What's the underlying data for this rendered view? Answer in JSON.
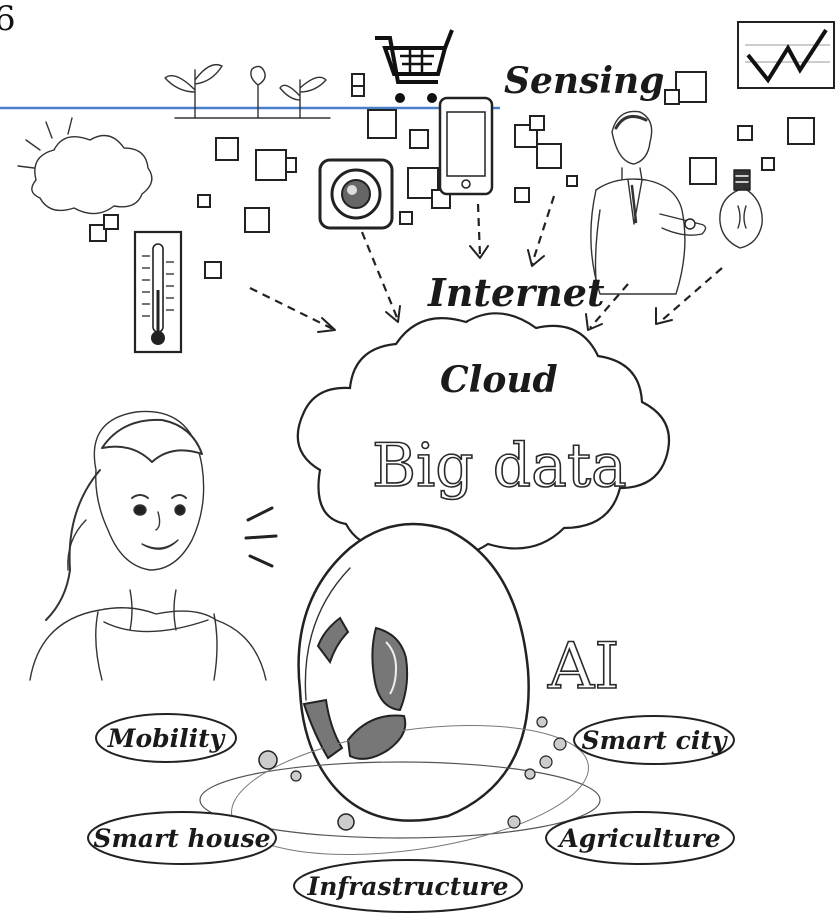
{
  "corner_mark": "6",
  "labels": {
    "sensing": "Sensing",
    "internet": "Internet",
    "cloud": "Cloud",
    "big_data": "Big data",
    "ai": "AI"
  },
  "applications": [
    {
      "id": "mobility",
      "label": "Mobility"
    },
    {
      "id": "smart-city",
      "label": "Smart city"
    },
    {
      "id": "smart-house",
      "label": "Smart house"
    },
    {
      "id": "agriculture",
      "label": "Agriculture"
    },
    {
      "id": "infrastructure",
      "label": "Infrastructure"
    }
  ],
  "colors": {
    "ink": "#222222",
    "top_rule": "#4a7fc9",
    "background": "#ffffff"
  },
  "icons": [
    "plants-icon",
    "shopping-cart-icon",
    "line-chart-icon",
    "sun-cloud-icon",
    "smartphone-icon",
    "camera-lens-icon",
    "thermometer-icon",
    "businessman-watch-icon",
    "lightbulb-icon",
    "woman-speaking-icon",
    "ai-egg-icon"
  ]
}
